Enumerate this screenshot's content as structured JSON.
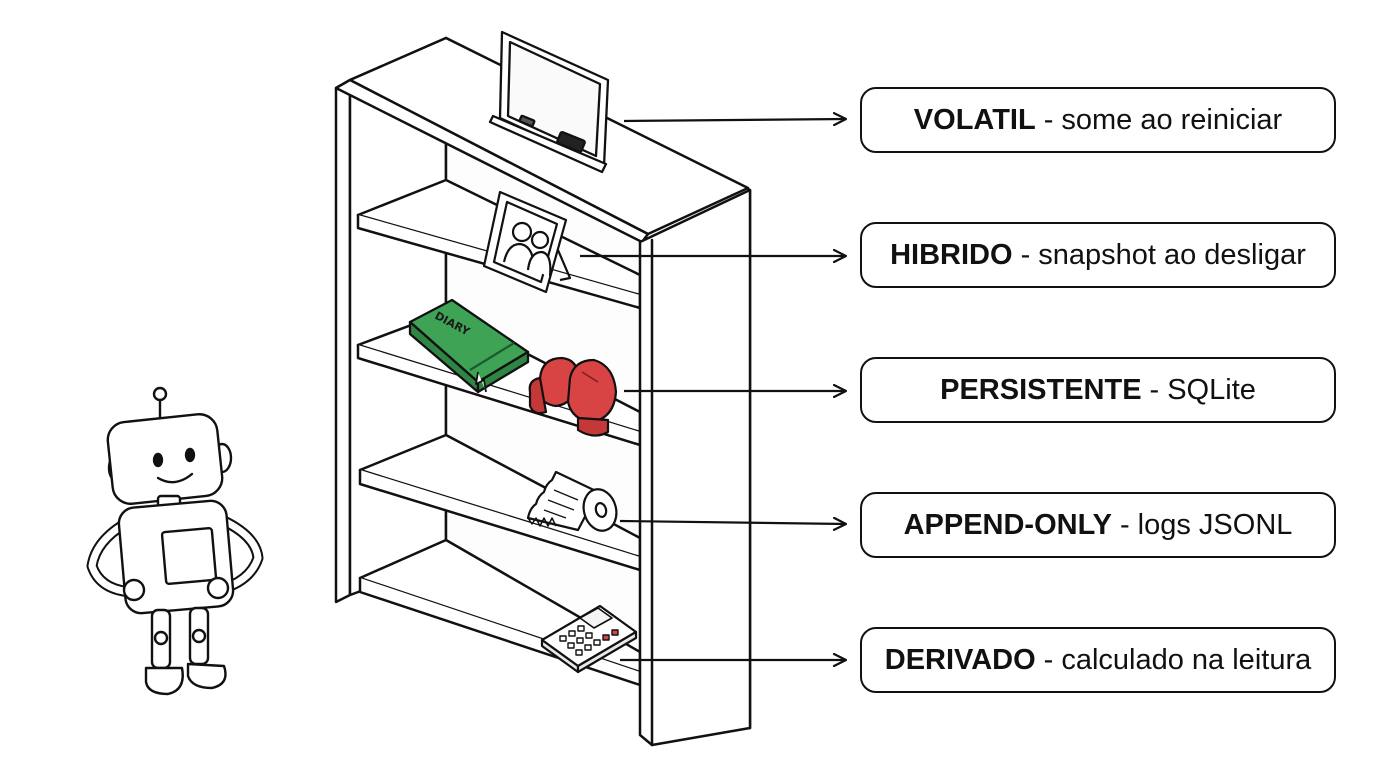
{
  "labels": [
    {
      "keyword": "VOLATIL",
      "separator": "-",
      "description": "some ao reiniciar",
      "icon": "whiteboard-icon"
    },
    {
      "keyword": "HIBRIDO",
      "separator": "-",
      "description": "snapshot ao desligar",
      "icon": "picture-frame-icon"
    },
    {
      "keyword": "PERSISTENTE",
      "separator": "-",
      "description": "SQLite",
      "icon": "boxing-gloves-icon"
    },
    {
      "keyword": "APPEND-ONLY",
      "separator": "-",
      "description": "logs JSONL",
      "icon": "receipt-roll-icon"
    },
    {
      "keyword": "DERIVADO",
      "separator": "-",
      "description": "calculado na leitura",
      "icon": "calculator-icon"
    }
  ],
  "diary_label": "DIARY",
  "colors": {
    "stroke": "#111111",
    "diary_green": "#3fa356",
    "glove_red": "#d84444",
    "background": "#ffffff"
  }
}
